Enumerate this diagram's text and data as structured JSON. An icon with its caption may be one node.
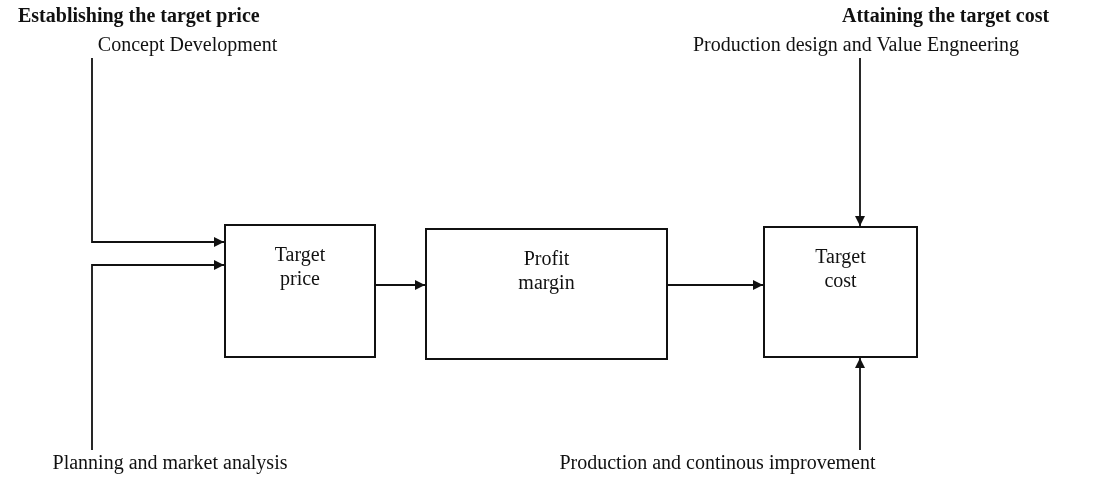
{
  "diagram": {
    "nodes": [
      {
        "text": [
          "Concept Development"
        ]
      },
      {
        "text": [
          "Production design and Value Engneering"
        ]
      },
      {
        "text": [
          "Target price"
        ]
      },
      {
        "text": [
          "Profit margin"
        ]
      },
      {
        "text": [
          "Target cost"
        ]
      },
      {
        "text": [
          "Planning and market analysis"
        ]
      },
      {
        "text": [
          "Production and continous improvement"
        ]
      }
    ],
    "edges": [
      {
        "from": 0,
        "to": 2,
        "arrow": "to"
      },
      {
        "from": 5,
        "to": 2,
        "arrow": "to"
      },
      {
        "from": 2,
        "to": 3,
        "arrow": "to"
      },
      {
        "from": 3,
        "to": 4,
        "arrow": "to"
      },
      {
        "from": 1,
        "to": 4,
        "arrow": "to"
      },
      {
        "from": 6,
        "to": 4,
        "arrow": "to"
      }
    ],
    "labels": [
      "Establishing the target price",
      "Attaining the target cost"
    ]
  }
}
